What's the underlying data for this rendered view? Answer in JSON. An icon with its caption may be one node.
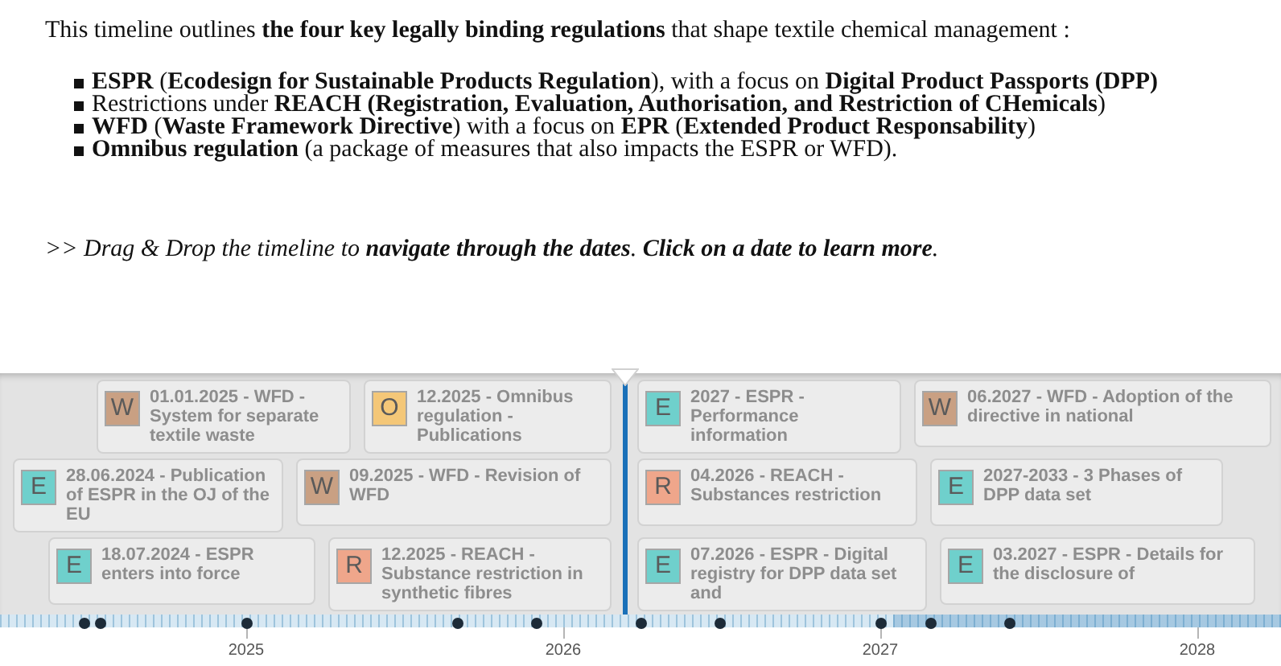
{
  "diagram": {
    "nodes": [
      {
        "text": [
          "E",
          "28.06.2024 - Publication of ESPR in the OJ of the EU"
        ]
      },
      {
        "text": [
          "E",
          "18.07.2024 - ESPR enters into force"
        ]
      },
      {
        "text": [
          "W",
          "01.01.2025 - WFD - System for separate textile waste"
        ]
      },
      {
        "text": [
          "W",
          "09.2025 - WFD - Revision of WFD"
        ]
      },
      {
        "text": [
          "O",
          "12.2025 - Omnibus regulation - Publications"
        ]
      },
      {
        "text": [
          "R",
          "12.2025 - REACH - Substance restriction in synthetic fibres"
        ]
      },
      {
        "text": [
          "R",
          "04.2026 - REACH - Substances restriction"
        ]
      },
      {
        "text": [
          "E",
          "07.2026 - ESPR - Digital registry for DPP data set and"
        ]
      },
      {
        "text": [
          "E",
          "2027 - ESPR - Performance information"
        ]
      },
      {
        "text": [
          "E",
          "2027-2033 - 3 Phases of DPP data set"
        ]
      },
      {
        "text": [
          "E",
          "03.2027 - ESPR - Details for the disclosure of"
        ]
      },
      {
        "text": [
          "W",
          "06.2027 - WFD - Adoption of the directive in national"
        ]
      }
    ],
    "labels": [
      "This timeline outlines **the four key legally binding regulations** that shape textile chemical management :",
      "**ESPR** (**Ecodesign for Sustainable Products Regulation**), with a focus on **Digital Product Passports (DPP)**",
      "Restrictions under **REACH (Registration, Evaluation, Authorisation, and Restriction of CHemicals**)",
      "**WFD** (**Waste Framework Directive**) with a focus on **EPR** (**Extended Product Responsability**)",
      "**Omnibus regulation** (a package of measures that also impacts the ESPR or WFD).",
      ">> Drag & Drop the timeline to **navigate through the dates**. **Click on a date to learn more**.",
      "2025",
      "2026",
      "2027",
      "2028"
    ]
  }
}
